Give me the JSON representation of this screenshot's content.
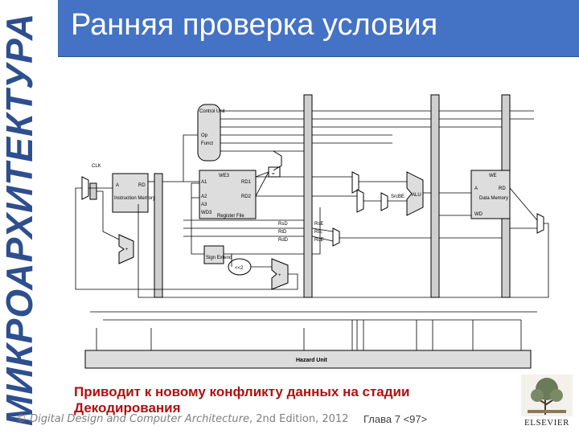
{
  "slide": {
    "title": "Ранняя проверка условия",
    "vertical_title": "МИКРОАРХИТЕКТУРА",
    "caption": "Приводит к новому конфликту данных на стадии Декодирования",
    "footer_left_prefix": "© ",
    "footer_left_italic": "Digital Design and Computer Architecture",
    "footer_left_suffix": ", 2nd Edition, 2012",
    "footer_right": "Глава 7 <97>",
    "logo_text": "ELSEVIER"
  },
  "diagram": {
    "control_unit": "Control Unit",
    "op": "Op",
    "funct": "Funct",
    "instruction_memory": "Instruction Memory",
    "register_file": "Register File",
    "data_memory": "Data Memory",
    "sign_extend": "Sign Extend",
    "alu": "ALU",
    "hazard_unit": "Hazard Unit",
    "equal_symbol": "=",
    "shift": "<<2",
    "a_label": "A",
    "rd_label": "RD",
    "we3": "WE3",
    "we": "WE",
    "a1": "A1",
    "a2": "A2",
    "a3": "A3",
    "wd3": "WD3",
    "rd1": "RD1",
    "rd2": "RD2",
    "wd": "WD",
    "rs_d": "RsD",
    "rt_d": "RtD",
    "rd_d": "RdD",
    "rs_e": "RsE",
    "rt_e": "RtE",
    "rd_e": "RdE",
    "src_b_e": "SrcBE",
    "plus": "+",
    "clk": "CLK"
  }
}
